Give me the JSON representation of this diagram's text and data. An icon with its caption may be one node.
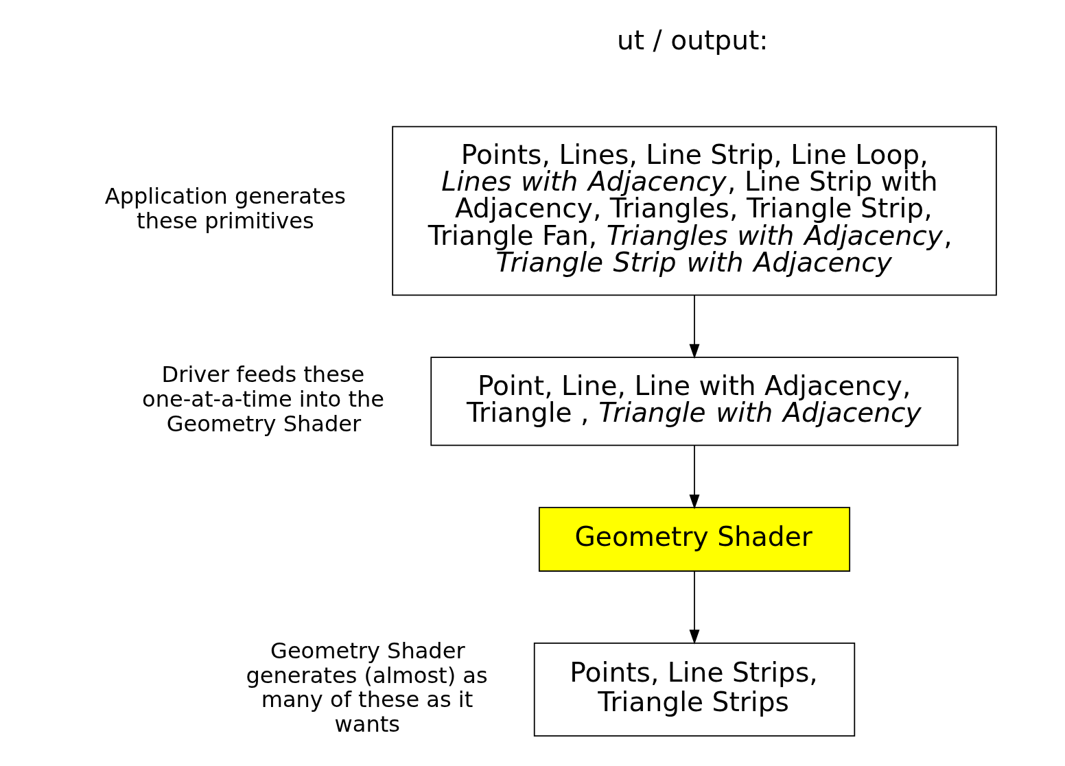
{
  "diagram": {
    "nodes": [
      {
        "text": [
          "Points, Lines, Line Strip, Line Loop, *Lines with Adjacency*, Line Strip with Adjacency, Triangles, Triangle Strip, Triangle Fan, *Triangles with Adjacency*, *Triangle Strip with Adjacency*"
        ],
        "beside": [
          "Application generates these primitives"
        ]
      },
      {
        "text": [
          "Point, Line, Line with Adjacency, Triangle , *Triangle with Adjacency*"
        ],
        "beside": [
          "Driver feeds these one-at-a-time into the Geometry Shader"
        ]
      },
      {
        "text": [
          "Geometry Shader"
        ]
      },
      {
        "text": [
          "Points, Line Strips, Triangle Strips"
        ],
        "beside": [
          "Geometry Shader generates (almost) as many of these as it wants"
        ]
      }
    ],
    "edges": [
      {
        "from": 0,
        "to": 1,
        "arrow": "to"
      },
      {
        "from": 1,
        "to": 2,
        "arrow": "to"
      },
      {
        "from": 2,
        "to": 3,
        "arrow": "to"
      }
    ],
    "labels": [
      "ut / output:"
    ]
  }
}
